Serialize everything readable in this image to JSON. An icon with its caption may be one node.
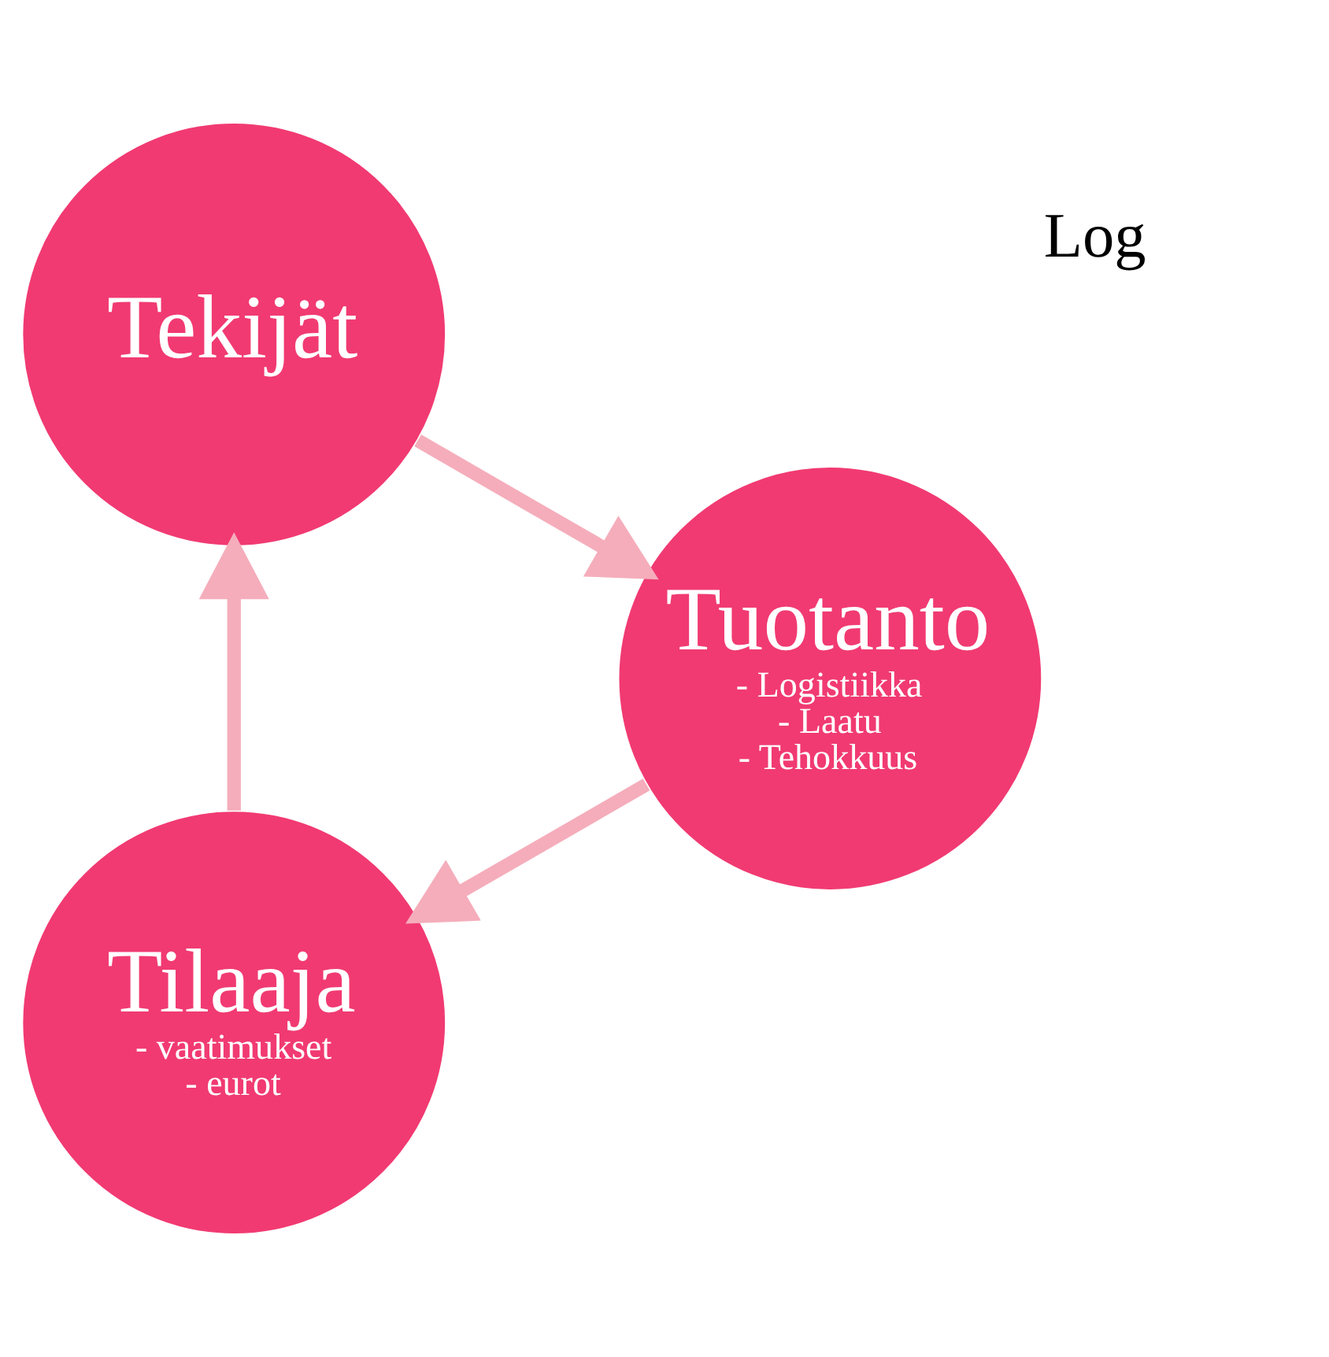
{
  "diagram": {
    "nodes": [
      {
        "text": [
          "Tilaaja",
          "- vaatimukset",
          "- eurot"
        ]
      },
      {
        "text": [
          "Tekijät"
        ]
      },
      {
        "text": [
          "Tuotanto",
          "- Logistiikka",
          "- Laatu",
          "- Tehokkuus"
        ]
      }
    ],
    "edges": [
      {
        "from": 0,
        "to": 1,
        "arrow": "to"
      },
      {
        "from": 1,
        "to": 2,
        "arrow": "to"
      },
      {
        "from": 2,
        "to": 0,
        "arrow": "to"
      }
    ],
    "labels": [
      "Log"
    ]
  }
}
